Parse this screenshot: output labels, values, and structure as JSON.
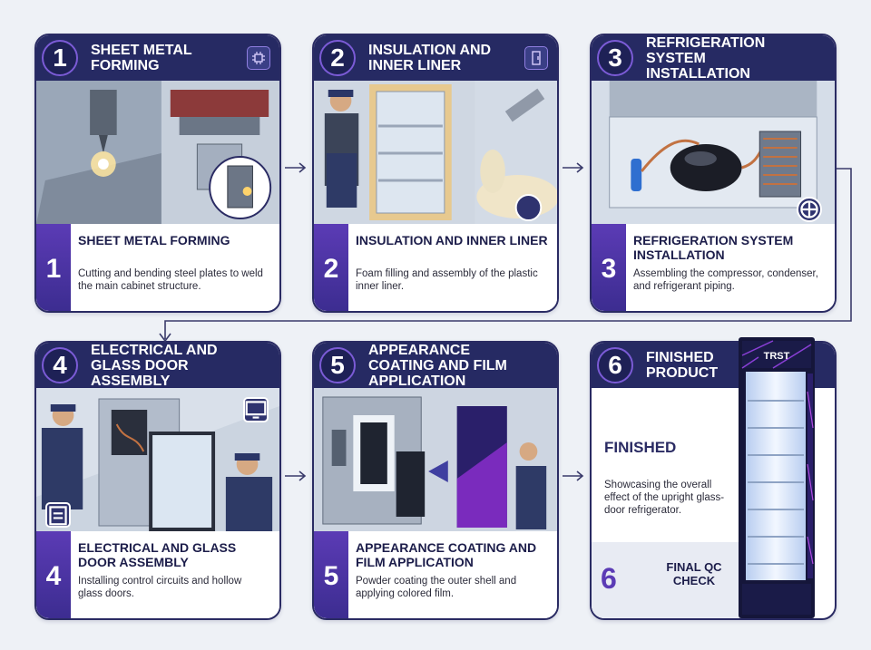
{
  "steps": [
    {
      "num": "1",
      "title": "Sheet Metal Forming",
      "desc": "Cutting and bending steel plates to weld the main cabinet structure."
    },
    {
      "num": "2",
      "title": "Insulation and Inner Liner",
      "desc": "Foam filling and assembly of the plastic inner liner."
    },
    {
      "num": "3",
      "title": "Refrigeration System Installation",
      "desc": "Assembling the compressor, condenser, and refrigerant piping."
    },
    {
      "num": "4",
      "title": "Electrical and Glass Door Assembly",
      "desc": "Installing control circuits and hollow glass doors."
    },
    {
      "num": "5",
      "title": "Appearance Coating and Film Application",
      "desc": "Powder coating the outer shell and applying colored film."
    }
  ],
  "finished": {
    "num": "6",
    "title": "Finished Product",
    "label": "FINISHED",
    "desc": "Showcasing the overall effect of the upright glass-door refrigerator.",
    "qc_num": "6",
    "qc_label": "Final QC Check",
    "brand_text": "TRST"
  },
  "icons": [
    "chip-icon",
    "door-icon",
    "fan-icon",
    "monitor-icon",
    "spray-gun-icon",
    "clipboard-icon"
  ],
  "colors": {
    "navy": "#262a63",
    "purple": "#5b3bb5",
    "border": "#2a2b63",
    "background": "#eef1f6"
  }
}
